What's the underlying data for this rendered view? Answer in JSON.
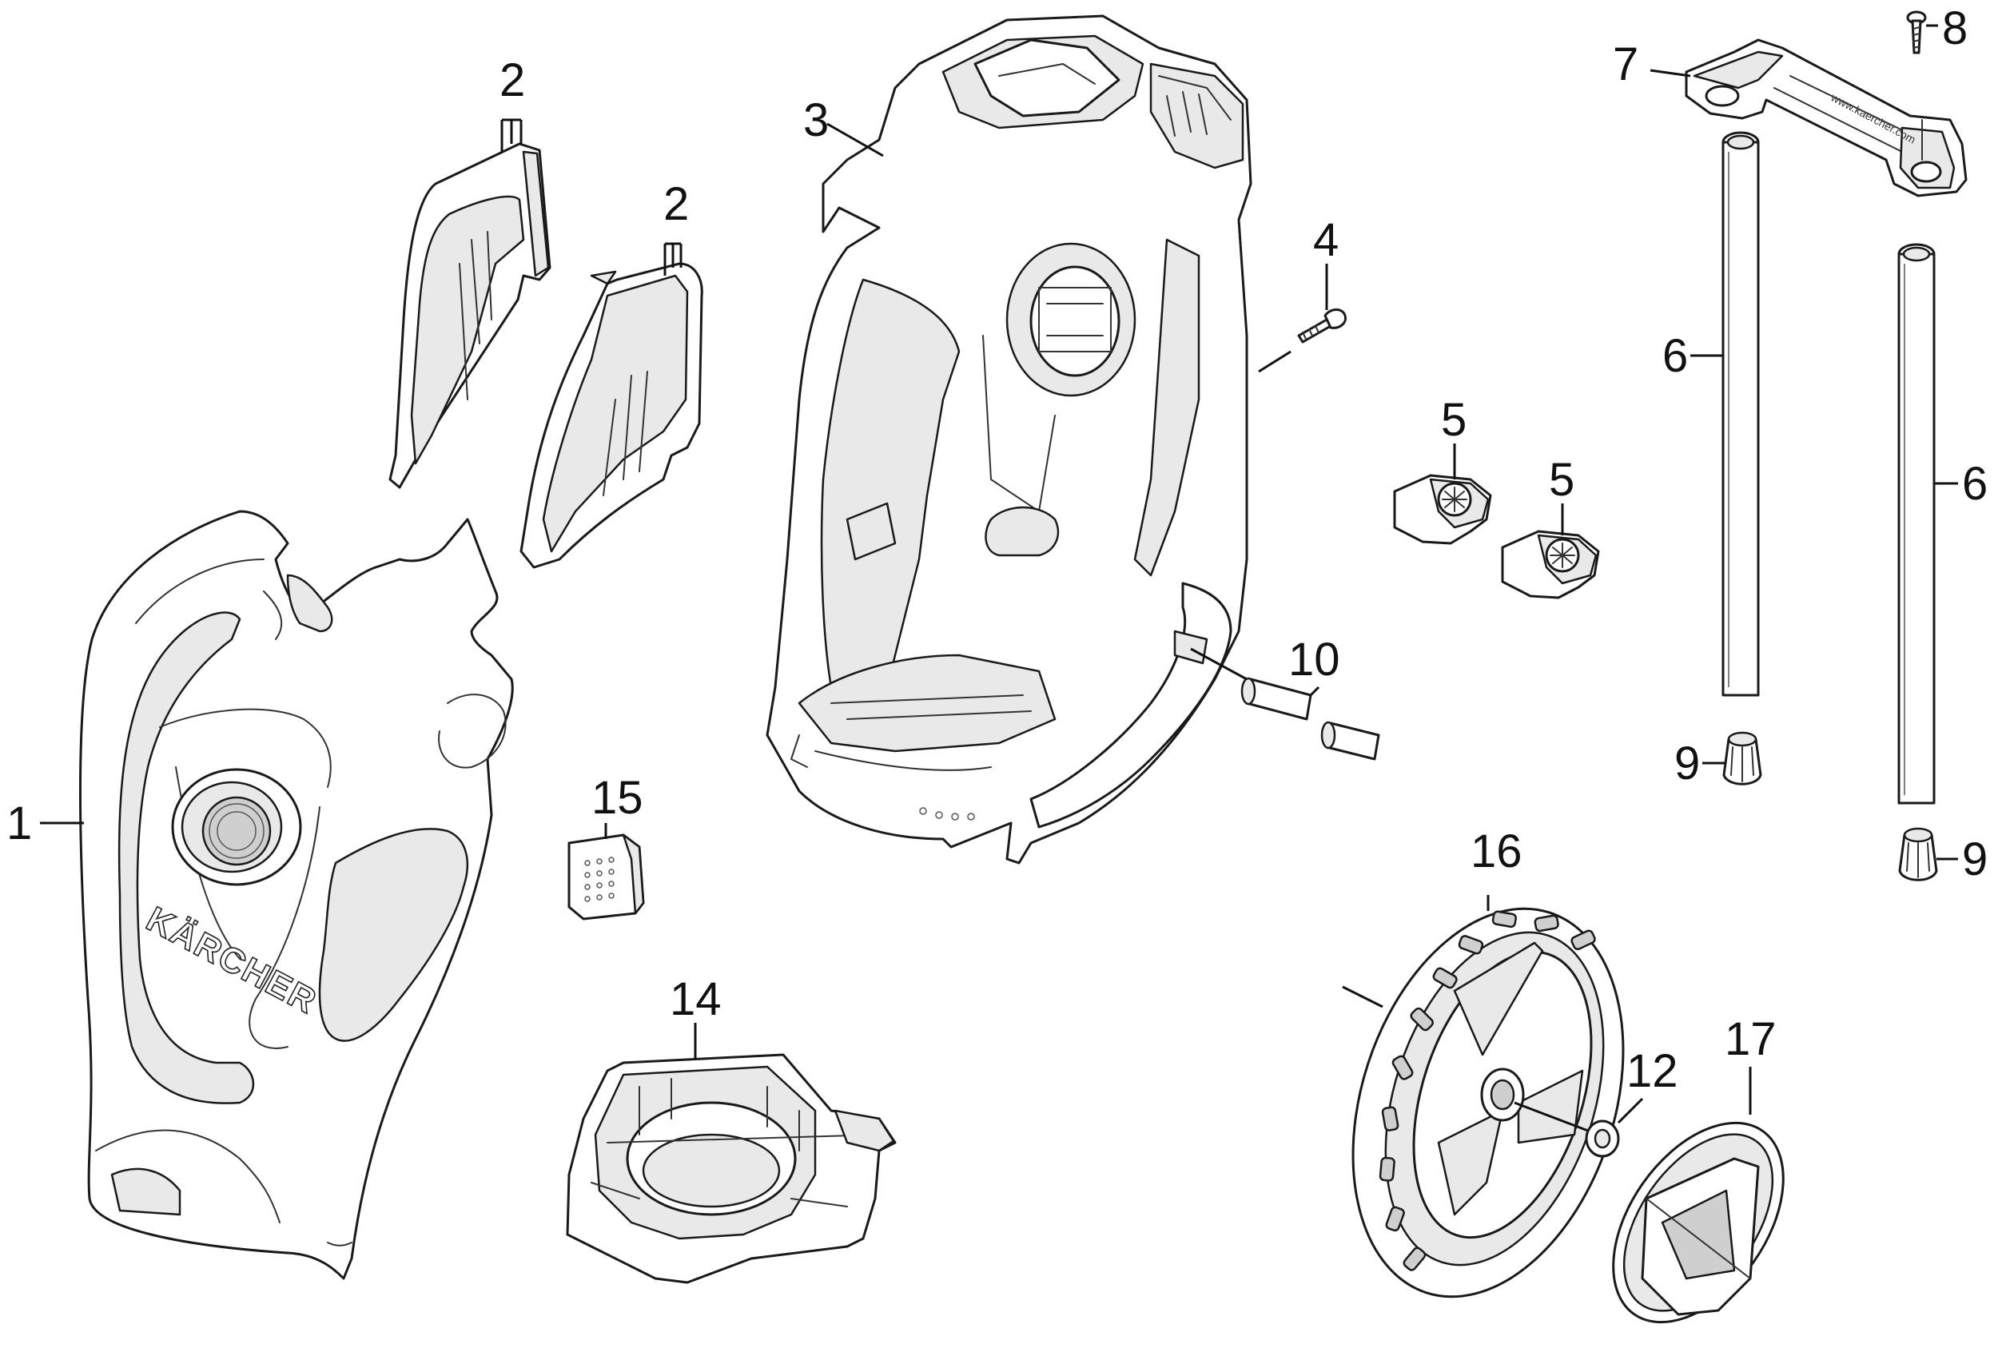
{
  "diagram": {
    "brand_mark": "KÄRCHER",
    "labels": {
      "housing_front": "1",
      "cover_top": "2",
      "cover_lower": "2",
      "base_frame": "3",
      "screw_4": "4",
      "clip_a": "5",
      "clip_b": "5",
      "tube_left": "6",
      "tube_right": "6",
      "handle": "7",
      "screw_8": "8",
      "cap_left": "9",
      "cap_right": "9",
      "axle": "10",
      "washer": "12",
      "holder": "14",
      "filter": "15",
      "wheel": "16",
      "hubcap": "17"
    }
  }
}
